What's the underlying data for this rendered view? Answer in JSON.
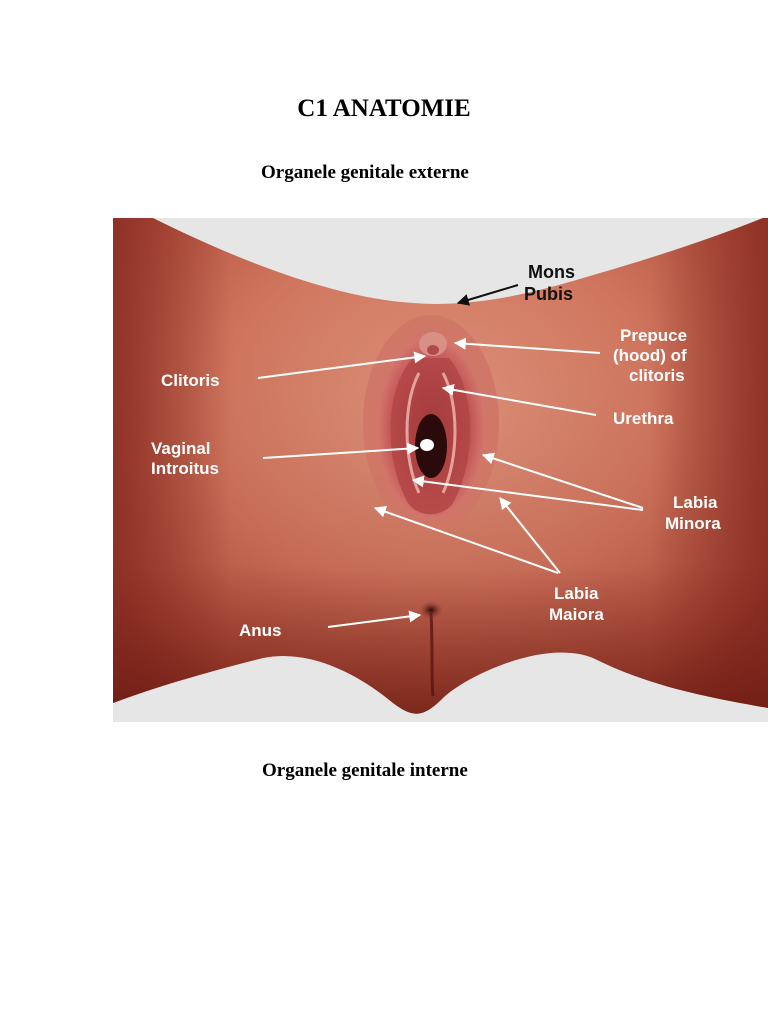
{
  "document": {
    "title": "C1 ANATOMIE",
    "section_external": "Organele genitale externe",
    "section_internal": "Organele genitale interne"
  },
  "figure": {
    "labels": {
      "mons_line1": "Mons",
      "mons_line2": "Pubis",
      "prepuce_line1": "Prepuce",
      "prepuce_line2": "(hood) of",
      "prepuce_line3": "clitoris",
      "clitoris": "Clitoris",
      "urethra": "Urethra",
      "vaginal_line1": "Vaginal",
      "vaginal_line2": "Introitus",
      "labia_minora_line1": "Labia",
      "labia_minora_line2": "Minora",
      "labia_maiora_line1": "Labia",
      "labia_maiora_line2": "Maiora",
      "anus": "Anus"
    },
    "colors": {
      "background": "#e6e6e6",
      "skin_light": "#dc8a72",
      "skin_mid": "#c5634f",
      "skin_dark": "#8e2f24",
      "mucosa": "#b84a47",
      "label_white": "#ffffff",
      "label_dark": "#111111"
    }
  }
}
